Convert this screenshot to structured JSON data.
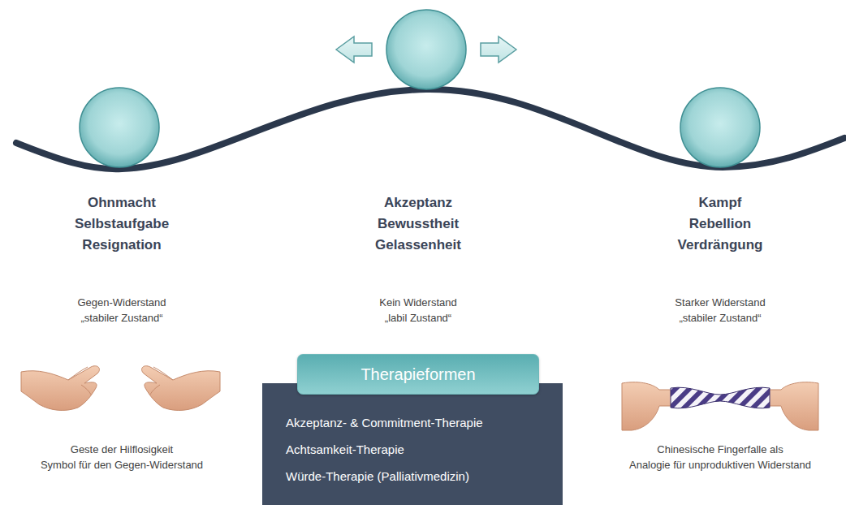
{
  "diagram": {
    "nodes": [
      {
        "text": [
          "Therapieformen"
        ]
      },
      {
        "text": [
          "Akzeptanz- & Commitment-Therapie",
          "Achtsamkeit-Therapie",
          "Würde-Therapie  (Palliativmedizin)"
        ]
      }
    ],
    "labels": [
      "Ohnmacht",
      "Selbstaufgabe",
      "Resignation",
      "Akzeptanz",
      "Bewusstheit",
      "Gelassenheit",
      "Kampf",
      "Rebellion",
      "Verdrängung",
      "Gegen-Widerstand",
      "„stabiler Zustand“",
      "Kein Widerstand",
      "„labil Zustand“",
      "Starker Widerstand",
      "„stabiler Zustand“",
      "Geste der Hilflosigkeit",
      "Symbol für den Gegen-Widerstand",
      "Chinesische Fingerfalle als",
      "Analogie für unproduktiven Widerstand"
    ]
  }
}
